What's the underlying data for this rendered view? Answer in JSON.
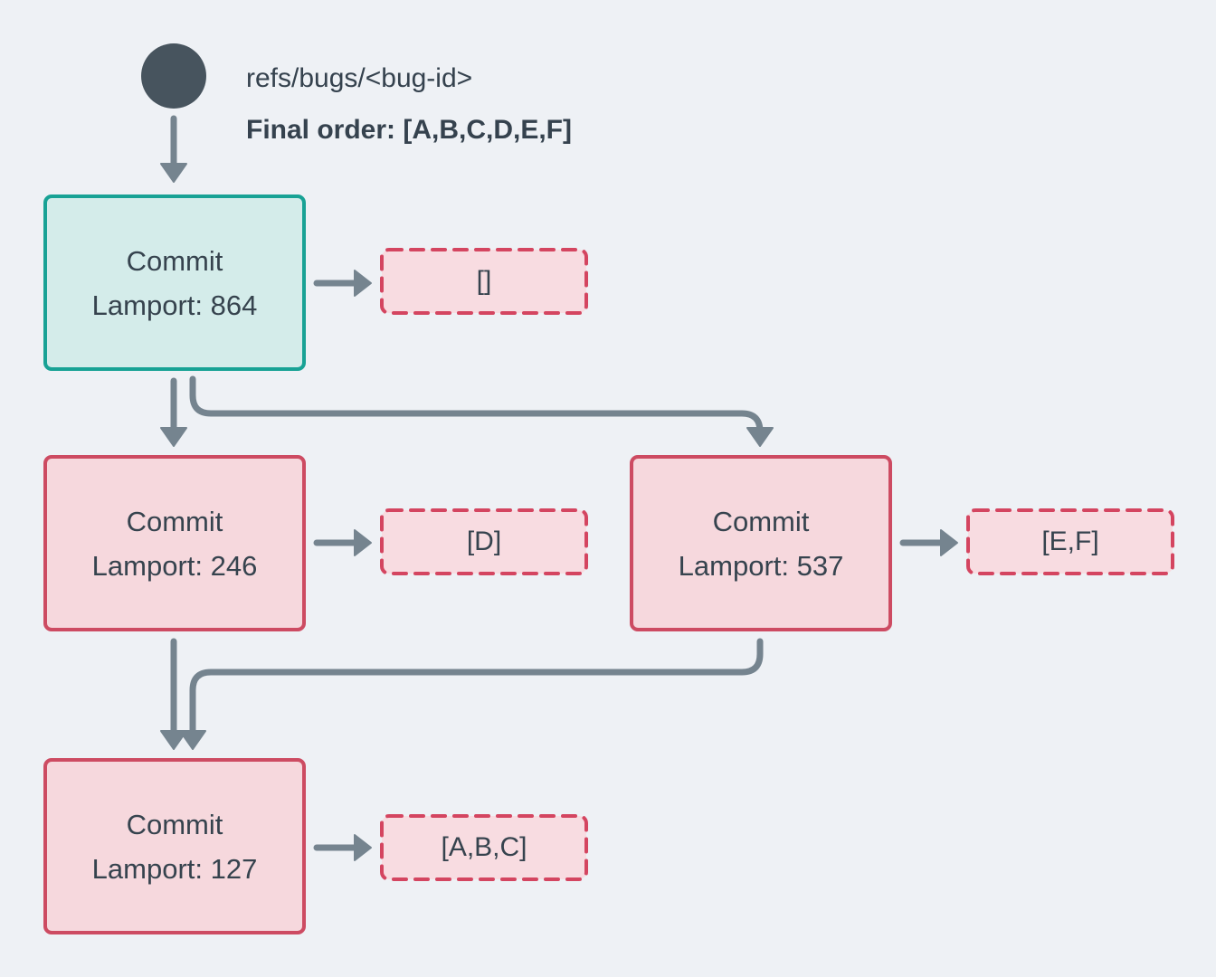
{
  "diagram": {
    "ref": {
      "label": "refs/bugs/<bug-id>",
      "final_order": "Final order: [A,B,C,D,E,F]"
    },
    "nodes": [
      {
        "id": "commit-864",
        "title": "Commit",
        "subtitle": "Lamport: 864",
        "lamport": 864,
        "style": "teal-head"
      },
      {
        "id": "commit-246",
        "title": "Commit",
        "subtitle": "Lamport: 246",
        "lamport": 246,
        "style": "pink"
      },
      {
        "id": "commit-537",
        "title": "Commit",
        "subtitle": "Lamport: 537",
        "lamport": 537,
        "style": "pink"
      },
      {
        "id": "commit-127",
        "title": "Commit",
        "subtitle": "Lamport: 127",
        "lamport": 127,
        "style": "pink"
      }
    ],
    "payloads": [
      {
        "for": "commit-864",
        "label": "[]"
      },
      {
        "for": "commit-246",
        "label": "[D]"
      },
      {
        "for": "commit-537",
        "label": "[E,F]"
      },
      {
        "for": "commit-127",
        "label": "[A,B,C]"
      }
    ],
    "edges": [
      {
        "from": "ref",
        "to": "commit-864"
      },
      {
        "from": "commit-864",
        "to": "payload-[]"
      },
      {
        "from": "commit-864",
        "to": "commit-246"
      },
      {
        "from": "commit-864",
        "to": "commit-537"
      },
      {
        "from": "commit-246",
        "to": "payload-[D]"
      },
      {
        "from": "commit-537",
        "to": "payload-[E,F]"
      },
      {
        "from": "commit-246",
        "to": "commit-127"
      },
      {
        "from": "commit-537",
        "to": "commit-127"
      },
      {
        "from": "commit-127",
        "to": "payload-[A,B,C]"
      }
    ],
    "colors": {
      "background": "#eef1f5",
      "text": "#36434e",
      "arrow": "#75848f",
      "ref_node": "#47545e",
      "teal_border": "#18a295",
      "teal_fill": "#d4ecea",
      "pink_border": "#cd4b62",
      "pink_fill": "#f6d8dd",
      "payload_border": "#d44560",
      "payload_fill": "#f8dce1"
    }
  }
}
